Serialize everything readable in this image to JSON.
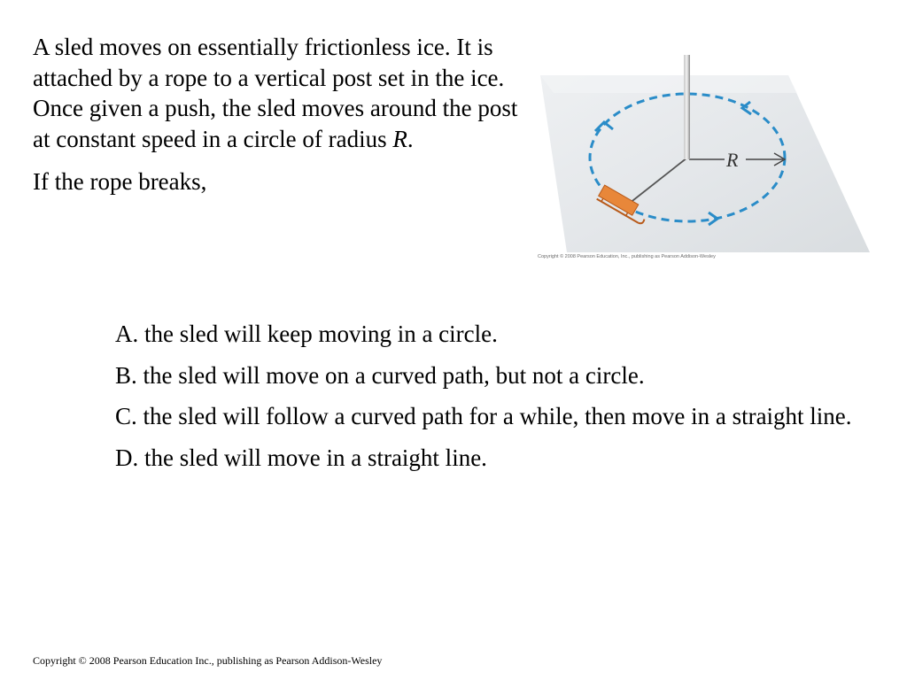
{
  "question": {
    "text_before_r": "A sled moves on essentially frictionless ice. It is attached by a rope to a vertical post set in the ice. Once given a push, the sled moves around the post at constant speed in a circle of radius ",
    "radius_symbol": "R",
    "text_after_r": ".",
    "prompt": "If the rope breaks,"
  },
  "figure": {
    "radius_label": "R",
    "copyright": "Copyright © 2008 Pearson Education, Inc., publishing as Pearson Addison-Wesley",
    "colors": {
      "ice": "#e6e9eb",
      "path": "#2a8cc8",
      "sled": "#e8873a",
      "post": "#9a9a9a",
      "rope": "#555555"
    }
  },
  "options": [
    {
      "letter": "A",
      "text": "A. the sled will keep moving in a circle."
    },
    {
      "letter": "B",
      "text": "B. the sled will move on a curved path, but not a circle."
    },
    {
      "letter": "C",
      "text": "C. the sled will follow a curved path for a while, then move in a straight line."
    },
    {
      "letter": "D",
      "text": "D. the sled will move in a straight line."
    }
  ],
  "footer": {
    "copyright": "Copyright © 2008 Pearson Education Inc., publishing as Pearson Addison-Wesley"
  }
}
